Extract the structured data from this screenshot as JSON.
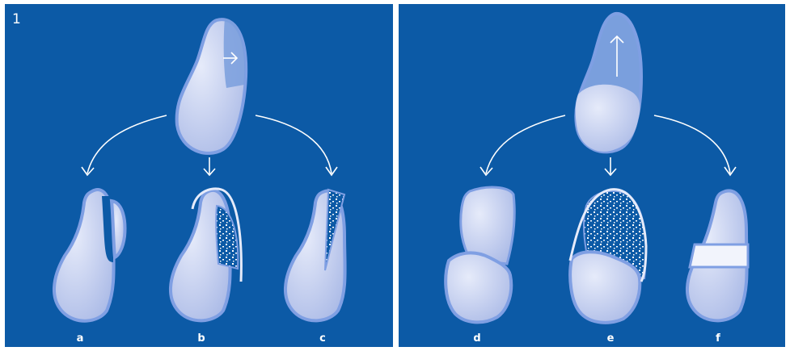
{
  "figure_number": "1",
  "labels": {
    "a": "a",
    "b": "b",
    "c": "c",
    "d": "d",
    "e": "e",
    "f": "f"
  },
  "colors": {
    "panel": "#0c5aa6",
    "bone_fill": "#c2cdee",
    "bone_outline": "#7f9fe3",
    "highlight": "#e6ebfa",
    "shaded_fragment": "#7a9fdd",
    "arrow": "#ffffff"
  },
  "icons": {
    "displacement_arrow_left": "arrow-right-icon",
    "displacement_arrow_right": "arrow-up-icon"
  }
}
